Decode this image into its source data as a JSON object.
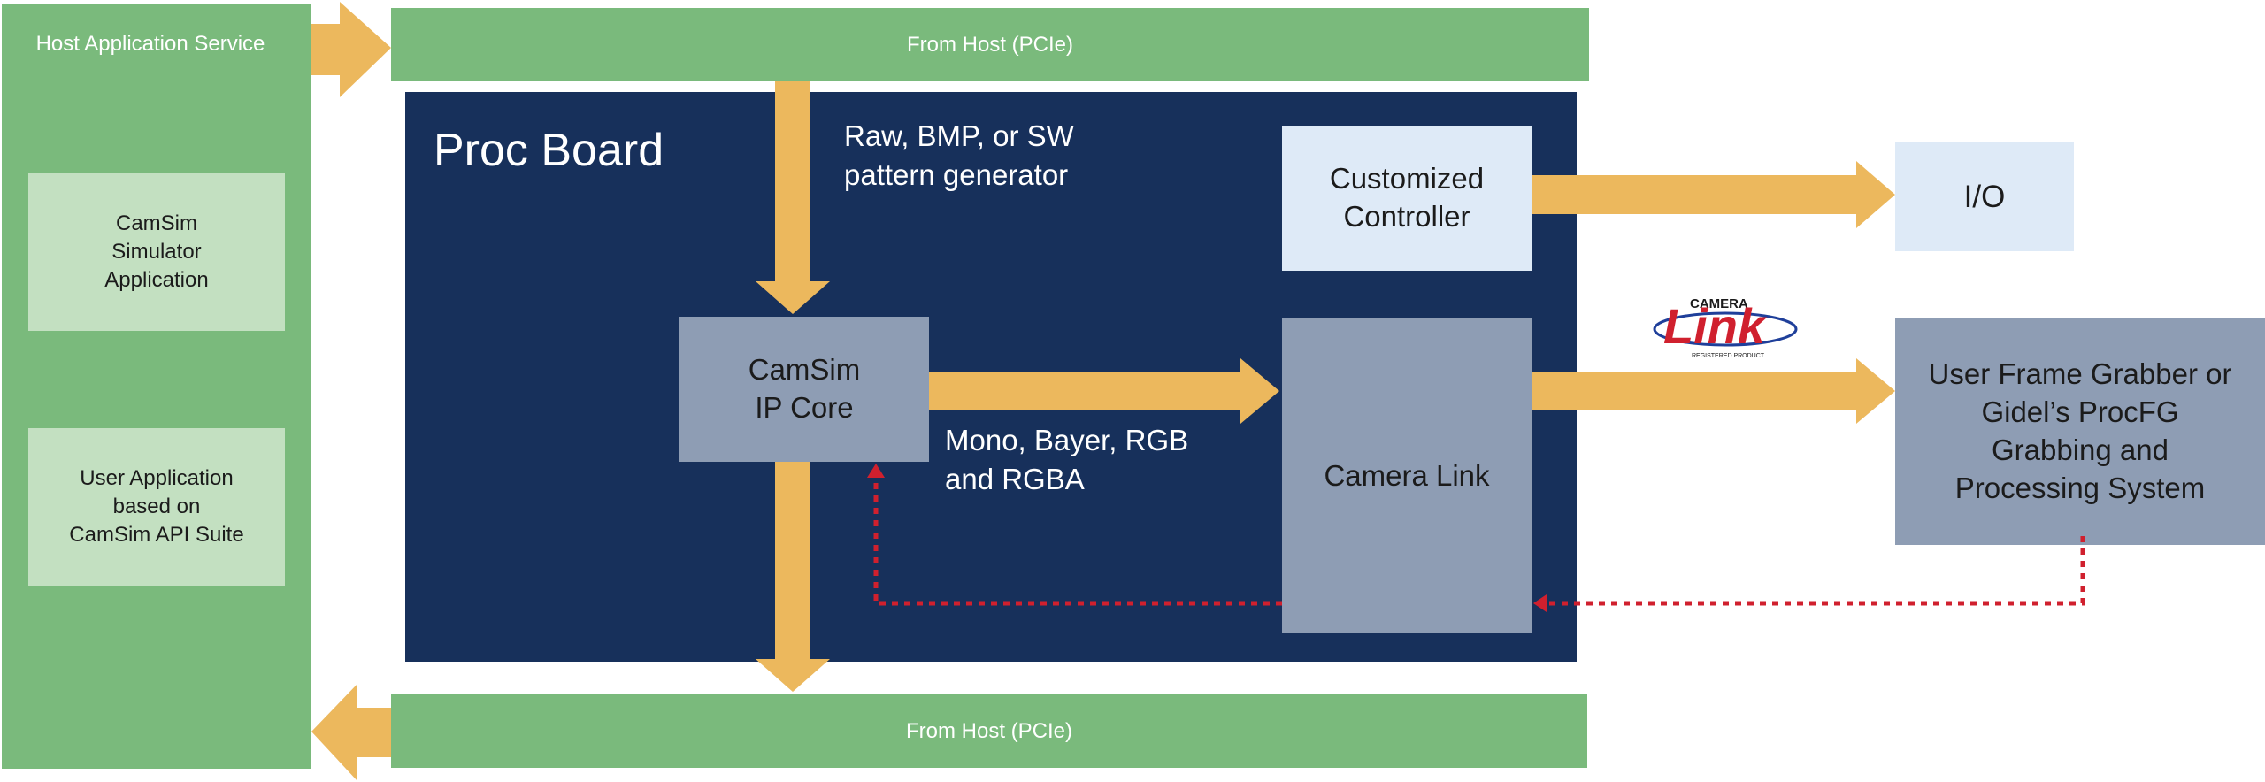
{
  "host": {
    "service_label": "Host Application Service",
    "camsim_app": "CamSim\nSimulator\nApplication",
    "user_app": "User Application\nbased on\nCamSim API Suite"
  },
  "bus": {
    "top_label": "From Host (PCIe)",
    "bottom_label": "From Host (PCIe)"
  },
  "board": {
    "title": "Proc Board",
    "pattern_label": "Raw, BMP, or SW\npattern generator",
    "ipcore": "CamSim\nIP Core",
    "formats_label": "Mono, Bayer, RGB\nand RGBA",
    "controller": "Customized\nController",
    "cameralink": "Camera Link"
  },
  "external": {
    "io": "I/O",
    "grabber": "User Frame Grabber or\nGidel’s ProcFG\nGrabbing and\nProcessing System"
  },
  "logo": {
    "top": "CAMERA",
    "main": "Link",
    "bottom": "REGISTERED PRODUCT"
  },
  "colors": {
    "host_green": "#7aba7c",
    "light_green": "#c3e0c1",
    "board_navy": "#17305b",
    "block_slate": "#8e9db4",
    "block_pale": "#deeaf7",
    "arrow_orange": "#ecb85d",
    "feedback_red": "#d0202e"
  }
}
